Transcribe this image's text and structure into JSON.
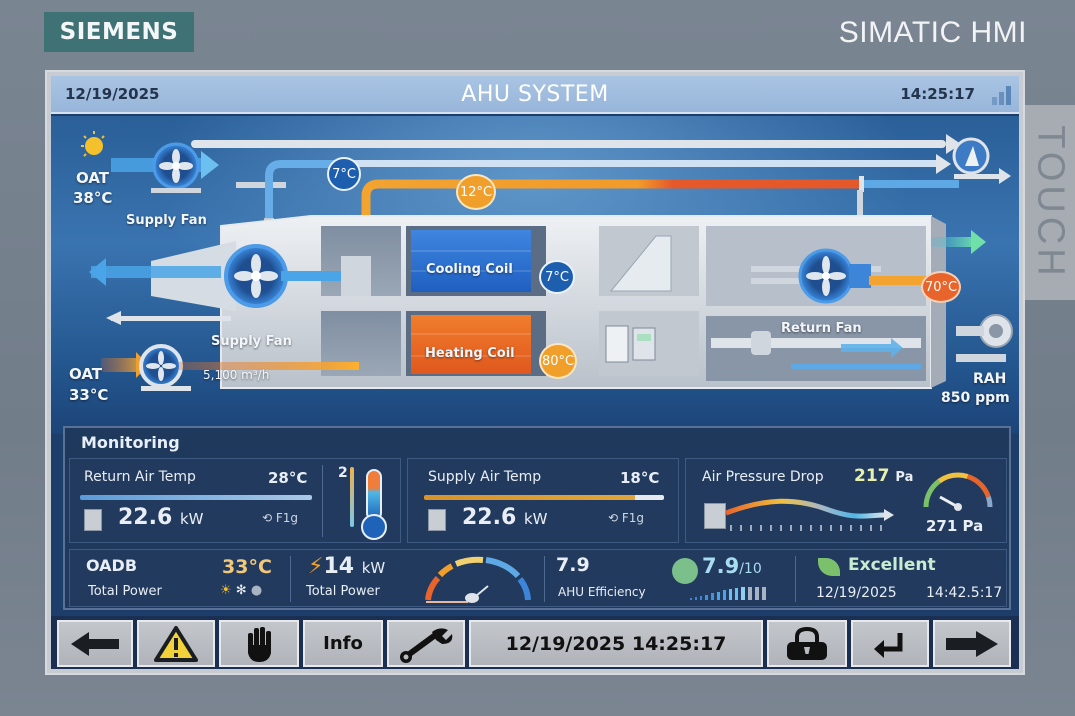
{
  "brand": {
    "logo": "SIEMENS",
    "product": "SIMATIC HMI",
    "side_label": "TOUCH"
  },
  "titlebar": {
    "date": "12/19/2025",
    "title": "AHU SYSTEM",
    "time": "14:25:17",
    "signal_icon": "signal-bars-icon"
  },
  "process": {
    "oat_top": {
      "label": "OAT",
      "value": "38°C"
    },
    "supply_fan_top": {
      "label": "Supply Fan"
    },
    "supply_fan_main": {
      "label": "Supply Fan"
    },
    "oat_bottom": {
      "label": "OAT",
      "value": "33°C"
    },
    "airflow": "5,100 m³/h",
    "pipe_temp_cold": "7°C",
    "pipe_temp_warm": "12°C",
    "cooling_coil": {
      "label": "Cooling Coil",
      "temp": "7°C"
    },
    "heating_coil": {
      "label": "Heating Coil",
      "temp": "80°C"
    },
    "return_fan": {
      "label": "Return Fan",
      "temp": "70°C"
    },
    "rah": {
      "label": "RAH",
      "value": "850 ppm"
    },
    "colors": {
      "cold": "#4a9be0",
      "warm": "#f0a02a",
      "hot": "#e8632a",
      "duct": "#dfe4ea"
    }
  },
  "monitoring": {
    "title": "Monitoring",
    "return_air": {
      "label": "Return Air Temp",
      "value": "28°C",
      "power": "22.6",
      "unit": "kW",
      "flag": "F1g",
      "thermo_label": "2"
    },
    "supply_air": {
      "label": "Supply Air Temp",
      "value": "18°C",
      "power": "22.6",
      "unit": "kW",
      "flag": "F1g"
    },
    "pressure": {
      "label": "Air Pressure Drop",
      "value": "217",
      "unit": "Pa",
      "gauge_value": "271 Pa"
    },
    "oadb": {
      "label": "OADB",
      "value": "33°C",
      "sub": "Total Power"
    },
    "total_power": {
      "value": "14",
      "unit": "kW",
      "label": "Total Power"
    },
    "efficiency": {
      "value": "7.9",
      "label": "AHU Efficiency",
      "score": "7.9",
      "score_max": "/10"
    },
    "status": {
      "label": "Excellent",
      "date": "12/19/2025",
      "time": "14:42.5:17"
    }
  },
  "toolbar": {
    "back_icon": "arrow-left-icon",
    "alarm_icon": "warning-icon",
    "stop_icon": "hand-stop-icon",
    "info_label": "Info",
    "settings_icon": "wrench-icon",
    "datetime": "12/19/2025 14:25:17",
    "lock_icon": "lock-icon",
    "enter_icon": "enter-icon",
    "forward_icon": "arrow-right-icon"
  }
}
